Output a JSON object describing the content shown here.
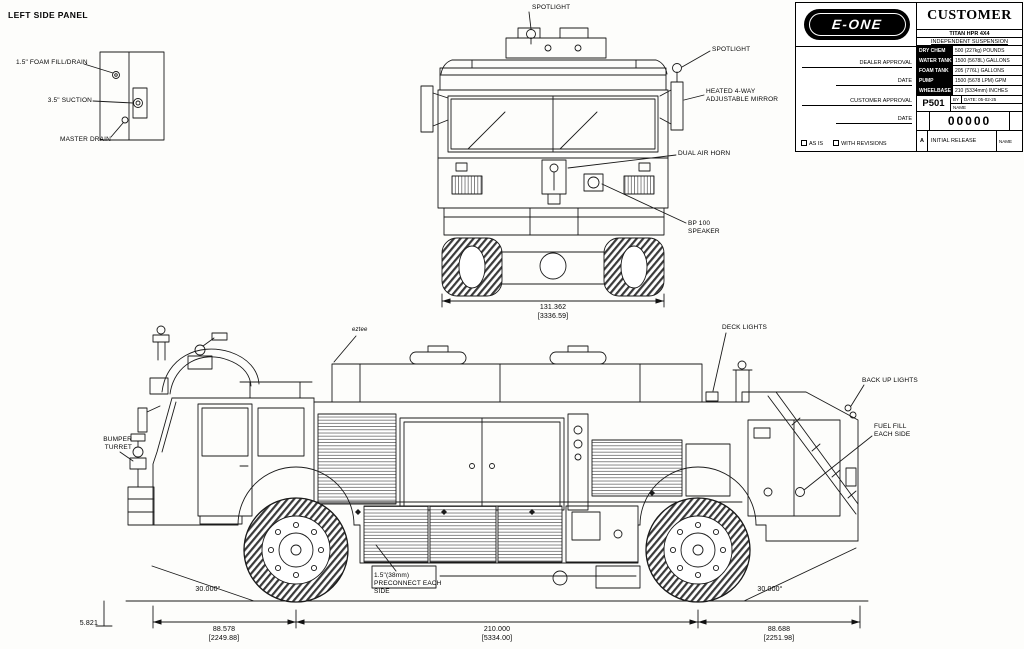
{
  "left_panel": {
    "title": "LEFT SIDE PANEL",
    "foam_fill": "1.5\" FOAM FILL/DRAIN",
    "suction": "3.5\" SUCTION",
    "master_drain": "MASTER DRAIN"
  },
  "front_view": {
    "spotlight_top": "SPOTLIGHT",
    "spotlight_right": "SPOTLIGHT",
    "mirror": "HEATED 4-WAY ADJUSTABLE MIRROR",
    "air_horn": "DUAL AIR HORN",
    "speaker": "BP 100 SPEAKER",
    "width_in": "131.362",
    "width_mm": "[3336.59]"
  },
  "side_view": {
    "deck_lights": "DECK LIGHTS",
    "backup_lights": "BACK UP LIGHTS",
    "fuel_fill": "FUEL FILL EACH SIDE",
    "bumper_turret": "BUMPER TURRET",
    "preconnect": "1.5\"(38mm) PRECONNECT EACH SIDE",
    "note": "eztee",
    "angle_front": "30.000°",
    "angle_rear": "30.000°",
    "front_overhang_in": "88.578",
    "front_overhang_mm": "[2249.88]",
    "wheelbase_in": "210.000",
    "wheelbase_mm": "[5334.00]",
    "rear_overhang_in": "88.688",
    "rear_overhang_mm": "[2251.98]",
    "ground_clearance": "5.821"
  },
  "title_block": {
    "logo": "E-ONE",
    "customer": "CUSTOMER",
    "model": "TITAN HPR 4X4",
    "suspension": "INDEPENDENT SUSPENSION",
    "specs": [
      {
        "label": "DRY CHEM",
        "value": "500 (227kg) POUNDS"
      },
      {
        "label": "WATER TANK",
        "value": "1500 (5678L) GALLONS"
      },
      {
        "label": "FOAM TANK",
        "value": "205 (776L) GALLONS"
      },
      {
        "label": "PUMP",
        "value": "1500 (5678 LPM) GPM"
      },
      {
        "label": "WHEELBASE",
        "value": "210 (5334mm) INCHES"
      }
    ],
    "dealer_approval": "DEALER APPROVAL",
    "customer_approval": "CUSTOMER APPROVAL",
    "date_label": "DATE",
    "drawing_number": "P501",
    "by_label": "BY",
    "date_value": "DATE: 05-02-25",
    "name_label": "NAME",
    "serial": "00000",
    "rev": "A",
    "release": "INITIAL RELEASE",
    "as_is": "AS IS",
    "with_revisions": "WITH REVISIONS"
  }
}
